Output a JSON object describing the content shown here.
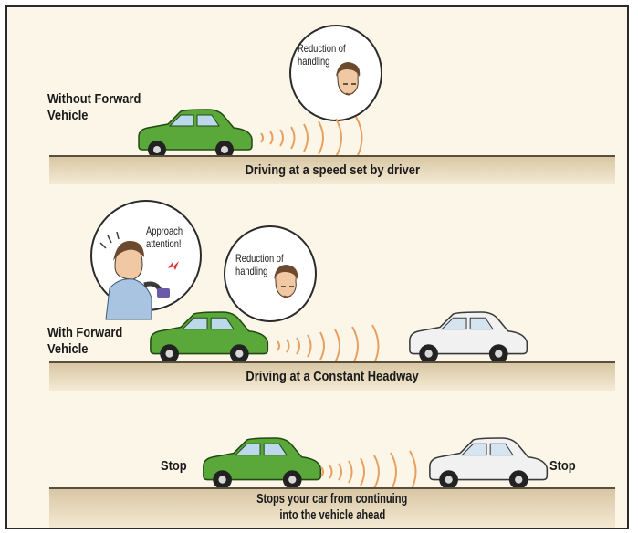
{
  "scene1": {
    "label_lines": [
      "Without Forward",
      "Vehicle"
    ],
    "road_text": "Driving at a speed set by driver",
    "bubble_lines": [
      "Reduction of",
      "handling"
    ]
  },
  "scene2": {
    "label_lines": [
      "With Forward",
      "Vehicle"
    ],
    "road_text": "Driving at a Constant Headway",
    "bubble_lines": [
      "Reduction of",
      "handling"
    ],
    "alert_lines": [
      "Approach",
      "attention!"
    ]
  },
  "scene3": {
    "stop_left": "Stop",
    "stop_right": "Stop",
    "road_text_lines": [
      "Stops your car from continuing",
      "into the vehicle ahead"
    ]
  },
  "colors": {
    "own_car": "#5aa83a",
    "forward_car": "#f1f1f1",
    "sensor_waves": "#e8a060",
    "road": "#dccaa6"
  }
}
